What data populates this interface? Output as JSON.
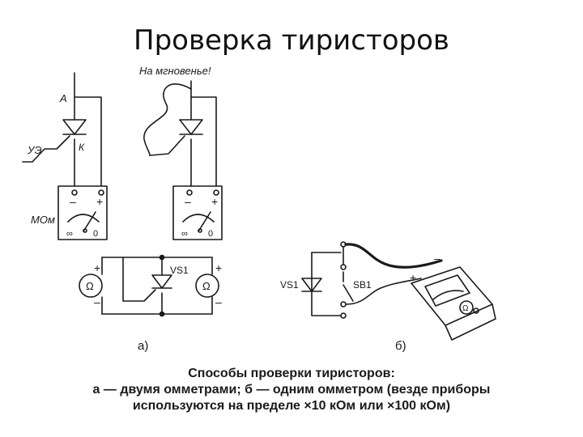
{
  "title": "Проверка тиристоров",
  "labels": {
    "note": "На мгновенье!",
    "anode": "А",
    "cathode": "К",
    "control": "УЭ",
    "megohm": "МОм",
    "minus": "–",
    "plus": "+",
    "scale_inf": "∞",
    "scale_zero": "0",
    "ohm": "Ω",
    "vs1": "VS1",
    "sb1": "SB1",
    "sub_a": "а)",
    "sub_b": "б)"
  },
  "caption": {
    "line1": "Способы проверки тиристоров:",
    "line2": "а — двумя омметрами; б — одним омметром (везде приборы",
    "line3": "используются на пределе ×10 кОм или ×100 кОм)"
  },
  "colors": {
    "ink": "#1a1a1a",
    "background": "#ffffff"
  }
}
